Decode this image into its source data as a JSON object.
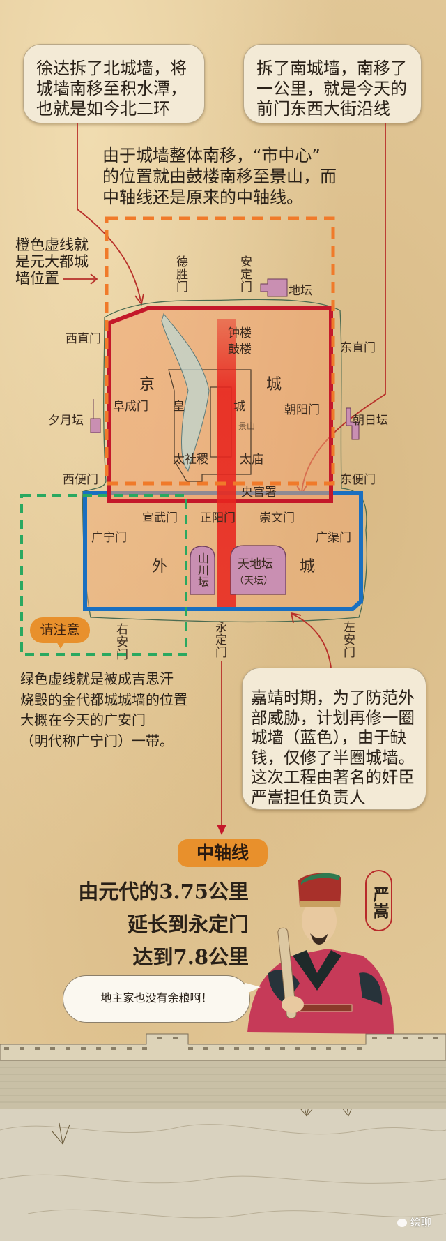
{
  "callouts": {
    "north_wall": [
      "徐达拆了北城墙，将",
      "城墙南移至积水潭，",
      "也就是如今北二环"
    ],
    "south_wall": [
      "拆了南城墙，南移了",
      "一公里，就是今天的",
      "前门东西大街沿线"
    ],
    "center_shift": [
      "由于城墙整体南移，“市中心”",
      "的位置就由鼓楼南移至景山，而",
      "中轴线还是原来的中轴线。"
    ],
    "orange_note": [
      "橙色虚线就",
      "是元大都城",
      "墙位置"
    ],
    "attention_badge": "请注意",
    "green_note": [
      "绿色虚线就是被成吉思汗",
      "烧毁的金代都城城墙的位置",
      "大概在今天的广安门",
      "（明代称广宁门）一带。"
    ],
    "jiajing": [
      "嘉靖时期，为了防范外",
      "部威胁，计划再修一圈",
      "城墙（蓝色），由于缺",
      "钱，仅修了半圈城墙。",
      "这次工程由著名的奸臣",
      "严嵩担任负责人"
    ]
  },
  "map": {
    "desheng": "德胜门",
    "anding": "安定门",
    "ditan": "地坛",
    "xizhi": "西直门",
    "dongzhi": "东直门",
    "jing": "京",
    "cheng": "城",
    "zhonglou": "钟楼",
    "gulou": "鼓楼",
    "jingshan": "景山",
    "fucheng": "阜成门",
    "huang": "皇",
    "huangcheng": "城",
    "chaoyang": "朝阳门",
    "xiyue": "夕月坛",
    "chaori": "朝日坛",
    "taisheji": "太社稷",
    "taimiao": "太庙",
    "xibian": "西便门",
    "dongbian": "东便门",
    "yangguan": "央官署",
    "xuanwu": "宣武门",
    "zhengyang": "正阳门",
    "chongwen": "崇文门",
    "guangning": "广宁门",
    "guangqu": "广渠门",
    "wai": "外",
    "cheng2": "城",
    "shanchuan": "山川坛",
    "tiandi": "天地坛",
    "tiantan": "（天坛）",
    "youan": "右安门",
    "yongding": "永定门",
    "zuoan": "左安门",
    "colors": {
      "ming_wall": "#c4182a",
      "yuan_wall": "#f07a2a",
      "outer_wall": "#1a6fc0",
      "jin_wall": "#2aa860",
      "axis": "#e8251e"
    }
  },
  "axis": {
    "title": "中轴线",
    "lines": [
      "由元代的3.75公里",
      "延长到永定门",
      "达到7.8公里"
    ]
  },
  "portrait": {
    "name": "严嵩",
    "speech": "地主家也没有余粮啊！"
  },
  "watermark": {
    "icon": "wechat-icon",
    "text": "绘聊"
  }
}
